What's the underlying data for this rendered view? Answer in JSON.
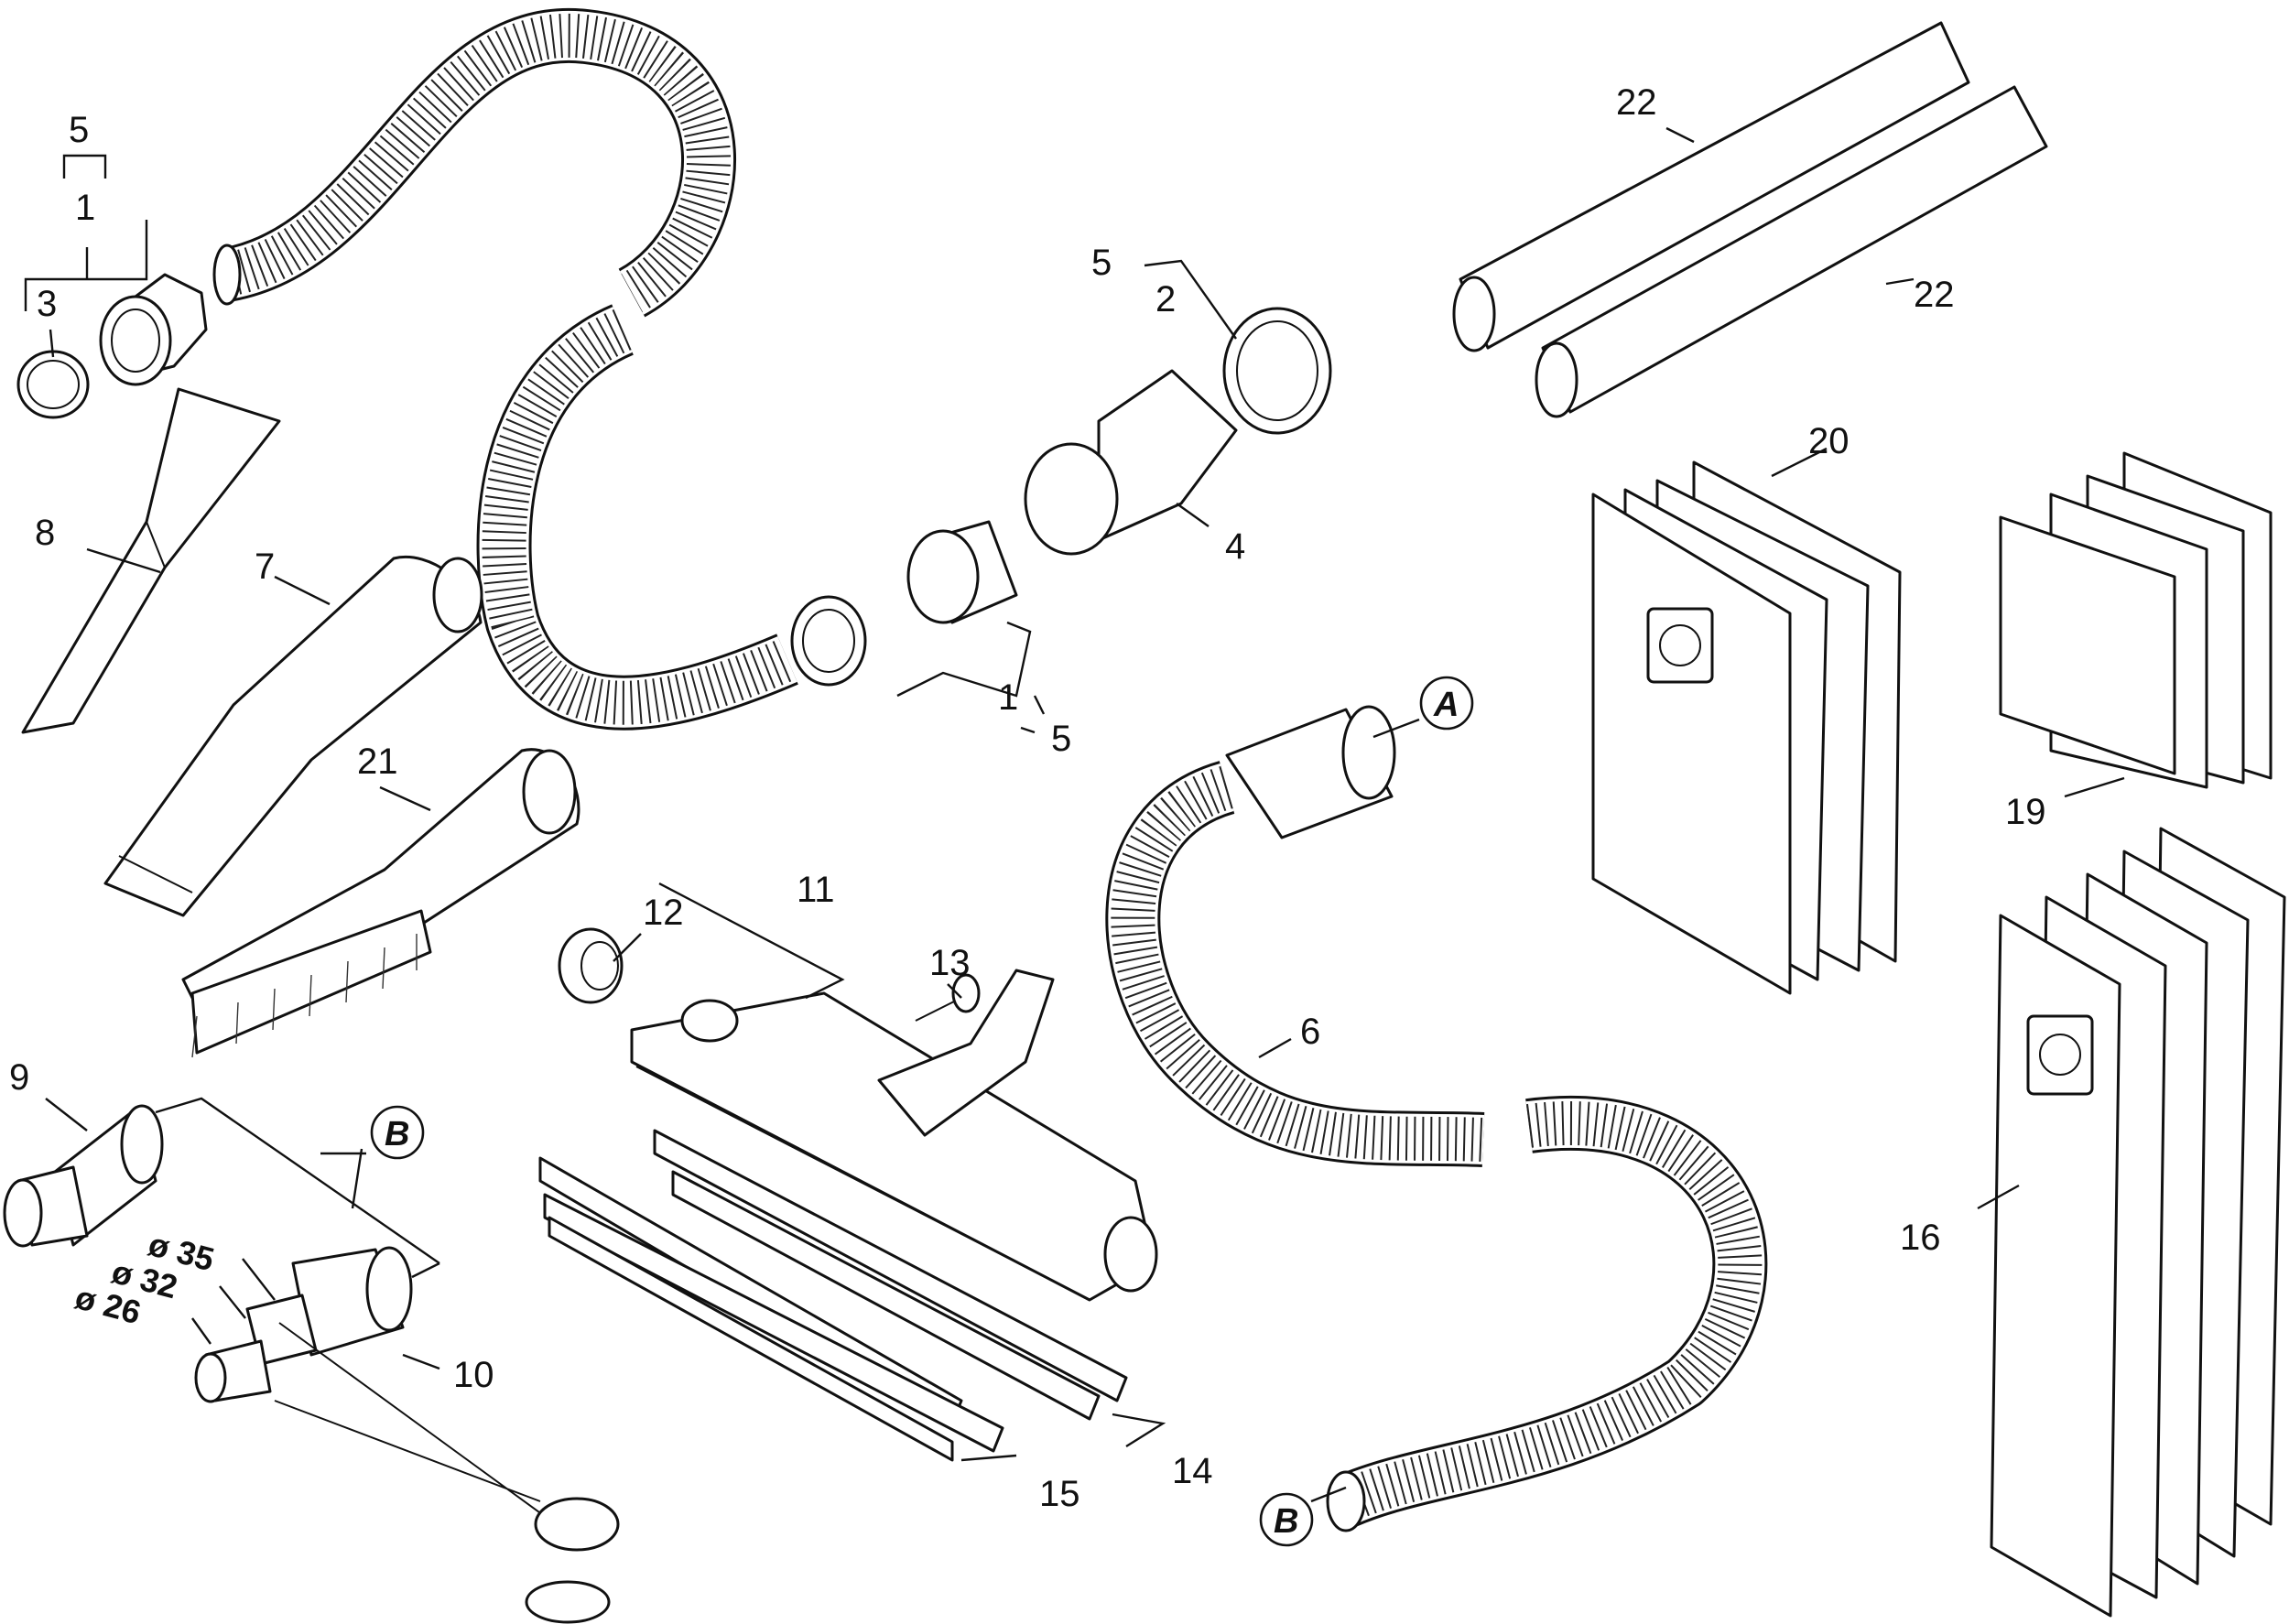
{
  "callouts": {
    "c1a": "5",
    "c1b": "1",
    "c3": "3",
    "c8": "8",
    "c7": "7",
    "c21": "21",
    "c9": "9",
    "c10": "10",
    "c11": "11",
    "c12": "12",
    "c13": "13",
    "c14": "14",
    "c15": "15",
    "c6": "6",
    "c4": "4",
    "c2": "2",
    "c5b": "5",
    "c5c": "5",
    "c1c": "1",
    "c22a": "22",
    "c22b": "22",
    "c20": "20",
    "c19": "19",
    "c16": "16"
  },
  "references": {
    "a": "A",
    "b1": "B",
    "b2": "B"
  },
  "diameters": {
    "d35": "ø 35",
    "d32": "ø 32",
    "d26": "ø 26"
  }
}
